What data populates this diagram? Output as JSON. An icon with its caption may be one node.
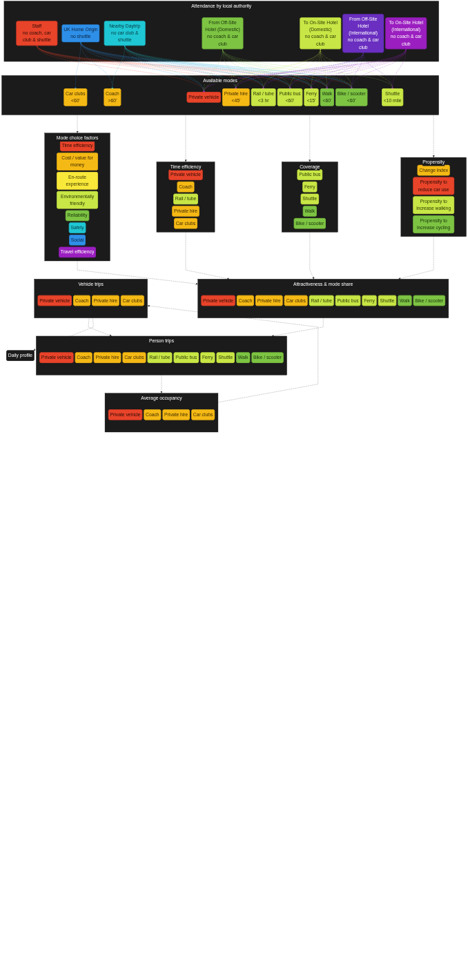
{
  "diagram": {
    "nodes": [
      {
        "text": [
          "Attendance by local authority"
        ]
      },
      {
        "text": [
          "Staff",
          "no coach, car club & shuttle"
        ],
        "in": 0
      },
      {
        "text": [
          "UK Home Origin",
          "no shuttle"
        ],
        "in": 0
      },
      {
        "text": [
          "Nearby Daytrip",
          "no car club & shuttle"
        ],
        "in": 0
      },
      {
        "text": [
          "From Off-Site Hotel (Domestic)",
          "no coach & car club"
        ],
        "in": 0
      },
      {
        "text": [
          "To On-Site Hotel (Domestic)",
          "no coach & car club"
        ],
        "in": 0
      },
      {
        "text": [
          "From Off-Site Hotel (International)",
          "no coach & car club"
        ],
        "in": 0
      },
      {
        "text": [
          "To On-Site Hotel (International)",
          "no coach & car club"
        ],
        "in": 0
      },
      {
        "text": [
          "Available modes"
        ]
      },
      {
        "text": [
          "Private vehicle"
        ],
        "in": 8
      },
      {
        "text": [
          "Coach",
          ">60'"
        ],
        "in": 8
      },
      {
        "text": [
          "Private hire",
          "<45'"
        ],
        "in": 8
      },
      {
        "text": [
          "Car clubs",
          "<60'"
        ],
        "in": 8
      },
      {
        "text": [
          "Rail / tube",
          "<3 hr"
        ],
        "in": 8
      },
      {
        "text": [
          "Public bus",
          "<60'"
        ],
        "in": 8
      },
      {
        "text": [
          "Ferry",
          "<15'"
        ],
        "in": 8
      },
      {
        "text": [
          "Shuttle",
          "<10 mile"
        ],
        "in": 8
      },
      {
        "text": [
          "Walk",
          "<60'"
        ],
        "in": 8
      },
      {
        "text": [
          "Bike / scooter",
          "<60'"
        ],
        "in": 8
      },
      {
        "text": [
          "Mode choice factors"
        ]
      },
      {
        "text": [
          "Time efficiency"
        ],
        "in": 19
      },
      {
        "text": [
          "Cost / value for money"
        ],
        "in": 19
      },
      {
        "text": [
          "En-route experience"
        ],
        "in": 19
      },
      {
        "text": [
          "Environmentally friendly"
        ],
        "in": 19
      },
      {
        "text": [
          "Reliability"
        ],
        "in": 19
      },
      {
        "text": [
          "Safety"
        ],
        "in": 19
      },
      {
        "text": [
          "Social"
        ],
        "in": 19
      },
      {
        "text": [
          "Travel efficiency"
        ],
        "in": 19
      },
      {
        "text": [
          "Time efficiency"
        ]
      },
      {
        "text": [
          "Private vehicle"
        ],
        "in": 28
      },
      {
        "text": [
          "Coach"
        ],
        "in": 28
      },
      {
        "text": [
          "Rail / tube"
        ],
        "in": 28
      },
      {
        "text": [
          "Private hire"
        ],
        "in": 28
      },
      {
        "text": [
          "Car clubs"
        ],
        "in": 28
      },
      {
        "text": [
          "Coverage"
        ]
      },
      {
        "text": [
          "Public bus"
        ],
        "in": 34
      },
      {
        "text": [
          "Ferry"
        ],
        "in": 34
      },
      {
        "text": [
          "Shuttle"
        ],
        "in": 34
      },
      {
        "text": [
          "Walk"
        ],
        "in": 34
      },
      {
        "text": [
          "Bike / scooter"
        ],
        "in": 34
      },
      {
        "text": [
          "Propensity"
        ]
      },
      {
        "text": [
          "Change index"
        ],
        "in": 40
      },
      {
        "text": [
          "Propensity to reduce car use"
        ],
        "in": 40
      },
      {
        "text": [
          "Propensity to increase walking"
        ],
        "in": 40
      },
      {
        "text": [
          "Propensity to increase cycling"
        ],
        "in": 40
      },
      {
        "text": [
          "Attractiveness & mode share"
        ]
      },
      {
        "text": [
          "Private vehicle"
        ],
        "in": 45
      },
      {
        "text": [
          "Coach"
        ],
        "in": 45
      },
      {
        "text": [
          "Private hire"
        ],
        "in": 45
      },
      {
        "text": [
          "Car clubs"
        ],
        "in": 45
      },
      {
        "text": [
          "Rail / tube"
        ],
        "in": 45
      },
      {
        "text": [
          "Public bus"
        ],
        "in": 45
      },
      {
        "text": [
          "Ferry"
        ],
        "in": 45
      },
      {
        "text": [
          "Shuttle"
        ],
        "in": 45
      },
      {
        "text": [
          "Walk"
        ],
        "in": 45
      },
      {
        "text": [
          "Bike / scooter"
        ],
        "in": 45
      },
      {
        "text": [
          "Person trips"
        ]
      },
      {
        "text": [
          "Private vehicle"
        ],
        "in": 56
      },
      {
        "text": [
          "Coach"
        ],
        "in": 56
      },
      {
        "text": [
          "Private hire"
        ],
        "in": 56
      },
      {
        "text": [
          "Car clubs"
        ],
        "in": 56
      },
      {
        "text": [
          "Rail / tube"
        ],
        "in": 56
      },
      {
        "text": [
          "Public bus"
        ],
        "in": 56
      },
      {
        "text": [
          "Ferry"
        ],
        "in": 56
      },
      {
        "text": [
          "Shuttle"
        ],
        "in": 56
      },
      {
        "text": [
          "Walk"
        ],
        "in": 56
      },
      {
        "text": [
          "Bike / scooter"
        ],
        "in": 56
      },
      {
        "text": [
          "Average occupancy"
        ]
      },
      {
        "text": [
          "Private vehicle"
        ],
        "in": 67
      },
      {
        "text": [
          "Coach"
        ],
        "in": 67
      },
      {
        "text": [
          "Private hire"
        ],
        "in": 67
      },
      {
        "text": [
          "Car clubs"
        ],
        "in": 67
      },
      {
        "text": [
          "Vehicle trips"
        ]
      },
      {
        "text": [
          "Private vehicle"
        ],
        "in": 72
      },
      {
        "text": [
          "Coach"
        ],
        "in": 72
      },
      {
        "text": [
          "Private hire"
        ],
        "in": 72
      },
      {
        "text": [
          "Car clubs"
        ],
        "in": 72
      },
      {
        "text": [
          "Daily profile"
        ]
      }
    ],
    "edges": [
      {
        "from": 1,
        "to": 9,
        "arrow": "to",
        "style": "dashed",
        "color": "#e8442a"
      },
      {
        "from": 1,
        "to": 11,
        "arrow": "to",
        "style": "dashed",
        "color": "#e8442a"
      },
      {
        "from": 1,
        "to": 13,
        "arrow": "to",
        "style": "dashed",
        "color": "#e8442a"
      },
      {
        "from": 1,
        "to": 14,
        "arrow": "to",
        "style": "dashed",
        "color": "#e8442a"
      },
      {
        "from": 1,
        "to": 15,
        "arrow": "to",
        "style": "dashed",
        "color": "#e8442a"
      },
      {
        "from": 1,
        "to": 17,
        "arrow": "to",
        "style": "dashed",
        "color": "#e8442a"
      },
      {
        "from": 1,
        "to": 18,
        "arrow": "to",
        "style": "dashed",
        "color": "#e8442a"
      },
      {
        "from": 2,
        "to": 9,
        "arrow": "to",
        "style": "dashed",
        "color": "#2e8fe8"
      },
      {
        "from": 2,
        "to": 10,
        "arrow": "to",
        "style": "dashed",
        "color": "#2e8fe8"
      },
      {
        "from": 2,
        "to": 11,
        "arrow": "to",
        "style": "dashed",
        "color": "#2e8fe8"
      },
      {
        "from": 2,
        "to": 12,
        "arrow": "to",
        "style": "dashed",
        "color": "#2e8fe8"
      },
      {
        "from": 2,
        "to": 13,
        "arrow": "to",
        "style": "dashed",
        "color": "#2e8fe8"
      },
      {
        "from": 2,
        "to": 14,
        "arrow": "to",
        "style": "dashed",
        "color": "#2e8fe8"
      },
      {
        "from": 2,
        "to": 15,
        "arrow": "to",
        "style": "dashed",
        "color": "#2e8fe8"
      },
      {
        "from": 2,
        "to": 17,
        "arrow": "to",
        "style": "dashed",
        "color": "#2e8fe8"
      },
      {
        "from": 2,
        "to": 18,
        "arrow": "to",
        "style": "dashed",
        "color": "#2e8fe8"
      },
      {
        "from": 3,
        "to": 9,
        "arrow": "to",
        "style": "dashed",
        "color": "#1fc7d4"
      },
      {
        "from": 3,
        "to": 10,
        "arrow": "to",
        "style": "dashed",
        "color": "#1fc7d4"
      },
      {
        "from": 3,
        "to": 11,
        "arrow": "to",
        "style": "dashed",
        "color": "#1fc7d4"
      },
      {
        "from": 3,
        "to": 13,
        "arrow": "to",
        "style": "dashed",
        "color": "#1fc7d4"
      },
      {
        "from": 3,
        "to": 14,
        "arrow": "to",
        "style": "dashed",
        "color": "#1fc7d4"
      },
      {
        "from": 3,
        "to": 15,
        "arrow": "to",
        "style": "dashed",
        "color": "#1fc7d4"
      },
      {
        "from": 3,
        "to": 17,
        "arrow": "to",
        "style": "dashed",
        "color": "#1fc7d4"
      },
      {
        "from": 3,
        "to": 18,
        "arrow": "to",
        "style": "dashed",
        "color": "#1fc7d4"
      },
      {
        "from": 4,
        "to": 9,
        "arrow": "to",
        "style": "dashed",
        "color": "#8bd150"
      },
      {
        "from": 4,
        "to": 11,
        "arrow": "to",
        "style": "dashed",
        "color": "#8bd150"
      },
      {
        "from": 4,
        "to": 13,
        "arrow": "to",
        "style": "dashed",
        "color": "#8bd150"
      },
      {
        "from": 4,
        "to": 14,
        "arrow": "to",
        "style": "dashed",
        "color": "#8bd150"
      },
      {
        "from": 4,
        "to": 15,
        "arrow": "to",
        "style": "dashed",
        "color": "#8bd150"
      },
      {
        "from": 4,
        "to": 16,
        "arrow": "to",
        "style": "dashed",
        "color": "#8bd150"
      },
      {
        "from": 4,
        "to": 17,
        "arrow": "to",
        "style": "dashed",
        "color": "#8bd150"
      },
      {
        "from": 4,
        "to": 18,
        "arrow": "to",
        "style": "dashed",
        "color": "#8bd150"
      },
      {
        "from": 5,
        "to": 9,
        "arrow": "to",
        "style": "dashed",
        "color": "#c8e645"
      },
      {
        "from": 5,
        "to": 11,
        "arrow": "to",
        "style": "dashed",
        "color": "#c8e645"
      },
      {
        "from": 5,
        "to": 13,
        "arrow": "to",
        "style": "dashed",
        "color": "#c8e645"
      },
      {
        "from": 5,
        "to": 14,
        "arrow": "to",
        "style": "dashed",
        "color": "#c8e645"
      },
      {
        "from": 5,
        "to": 15,
        "arrow": "to",
        "style": "dashed",
        "color": "#c8e645"
      },
      {
        "from": 5,
        "to": 16,
        "arrow": "to",
        "style": "dashed",
        "color": "#c8e645"
      },
      {
        "from": 5,
        "to": 17,
        "arrow": "to",
        "style": "dashed",
        "color": "#c8e645"
      },
      {
        "from": 5,
        "to": 18,
        "arrow": "to",
        "style": "dashed",
        "color": "#c8e645"
      },
      {
        "from": 6,
        "to": 9,
        "arrow": "to",
        "style": "dashed",
        "color": "#6a2fc0"
      },
      {
        "from": 6,
        "to": 11,
        "arrow": "to",
        "style": "dashed",
        "color": "#6a2fc0"
      },
      {
        "from": 6,
        "to": 13,
        "arrow": "to",
        "style": "dashed",
        "color": "#6a2fc0"
      },
      {
        "from": 6,
        "to": 14,
        "arrow": "to",
        "style": "dashed",
        "color": "#6a2fc0"
      },
      {
        "from": 6,
        "to": 15,
        "arrow": "to",
        "style": "dashed",
        "color": "#6a2fc0"
      },
      {
        "from": 6,
        "to": 16,
        "arrow": "to",
        "style": "dashed",
        "color": "#6a2fc0"
      },
      {
        "from": 6,
        "to": 17,
        "arrow": "to",
        "style": "dashed",
        "color": "#6a2fc0"
      },
      {
        "from": 6,
        "to": 18,
        "arrow": "to",
        "style": "dashed",
        "color": "#6a2fc0"
      },
      {
        "from": 7,
        "to": 9,
        "arrow": "to",
        "style": "dashed",
        "color": "#9b1fc0"
      },
      {
        "from": 7,
        "to": 11,
        "arrow": "to",
        "style": "dashed",
        "color": "#9b1fc0"
      },
      {
        "from": 7,
        "to": 13,
        "arrow": "to",
        "style": "dashed",
        "color": "#9b1fc0"
      },
      {
        "from": 7,
        "to": 14,
        "arrow": "to",
        "style": "dashed",
        "color": "#9b1fc0"
      },
      {
        "from": 7,
        "to": 15,
        "arrow": "to",
        "style": "dashed",
        "color": "#9b1fc0"
      },
      {
        "from": 7,
        "to": 16,
        "arrow": "to",
        "style": "dashed",
        "color": "#9b1fc0"
      },
      {
        "from": 7,
        "to": 17,
        "arrow": "to",
        "style": "dashed",
        "color": "#9b1fc0"
      },
      {
        "from": 7,
        "to": 18,
        "arrow": "to",
        "style": "dashed",
        "color": "#9b1fc0"
      },
      {
        "from": 8,
        "to": 19,
        "arrow": "to",
        "style": "dashed"
      },
      {
        "from": 8,
        "to": 28,
        "arrow": "to",
        "style": "dashed"
      },
      {
        "from": 8,
        "to": 34,
        "arrow": "to",
        "style": "dashed"
      },
      {
        "from": 8,
        "to": 40,
        "arrow": "to",
        "style": "dashed"
      },
      {
        "from": 19,
        "to": 45,
        "arrow": "to",
        "style": "dashed"
      },
      {
        "from": 28,
        "to": 45,
        "arrow": "to",
        "style": "dashed"
      },
      {
        "from": 34,
        "to": 45,
        "arrow": "to",
        "style": "dashed"
      },
      {
        "from": 40,
        "to": 45,
        "arrow": "to",
        "style": "dashed"
      },
      {
        "from": 45,
        "to": 56,
        "arrow": "to",
        "style": "dashed"
      },
      {
        "from": 56,
        "to": 67,
        "arrow": "to",
        "style": "dashed"
      },
      {
        "from": 67,
        "to": 72,
        "arrow": "to",
        "style": "dashed"
      },
      {
        "from": 72,
        "to": 56,
        "arrow": "to",
        "style": "dashed"
      },
      {
        "from": 72,
        "to": 77,
        "arrow": "to",
        "style": "dashed"
      }
    ]
  }
}
